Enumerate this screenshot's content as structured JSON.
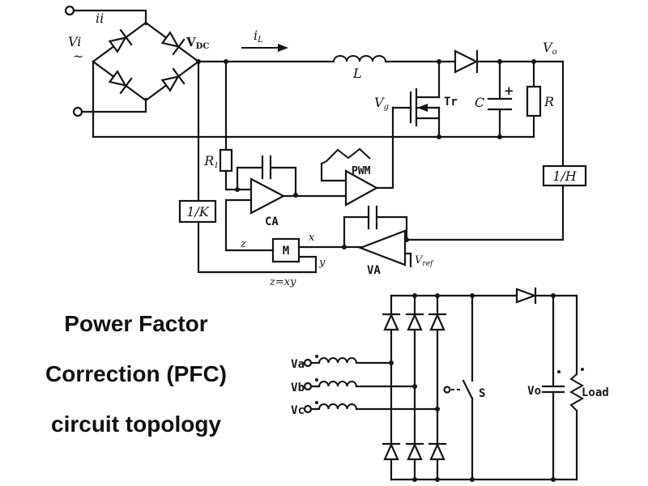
{
  "colors": {
    "ink": "#151515",
    "background": "#ffffff"
  },
  "title": {
    "line1": "Power Factor",
    "line2": "Correction (PFC)",
    "line3": "circuit topology"
  },
  "pfc_boost": {
    "labels": {
      "input_current": "ii",
      "input_voltage": "Vi",
      "ac_tilde": "~",
      "vdc_main": "V",
      "vdc_sub": "DC",
      "il_main": "i",
      "il_sub": "L",
      "inductor": "L",
      "vg_main": "V",
      "vg_sub": "g",
      "transistor": "Tr",
      "capacitor": "C",
      "cap_polarity": "+",
      "load_resistor": "R",
      "vo_main": "V",
      "vo_sub": "o",
      "r1_main": "R",
      "r1_sub": "1",
      "k_block": "1/K",
      "h_block": "1/H",
      "current_amp": "CA",
      "pwm_comparator": "PWM",
      "voltage_amp": "VA",
      "multiplier": "M",
      "mult_x": "x",
      "mult_y": "y",
      "mult_z": "z",
      "mult_equation": "z=xy",
      "vref_main": "V",
      "vref_sub": "ref"
    }
  },
  "three_phase": {
    "labels": {
      "phase_a": "Va",
      "phase_b": "Vb",
      "phase_c": "Vc",
      "switch": "S",
      "vo": "Vo",
      "load": "Load"
    }
  }
}
